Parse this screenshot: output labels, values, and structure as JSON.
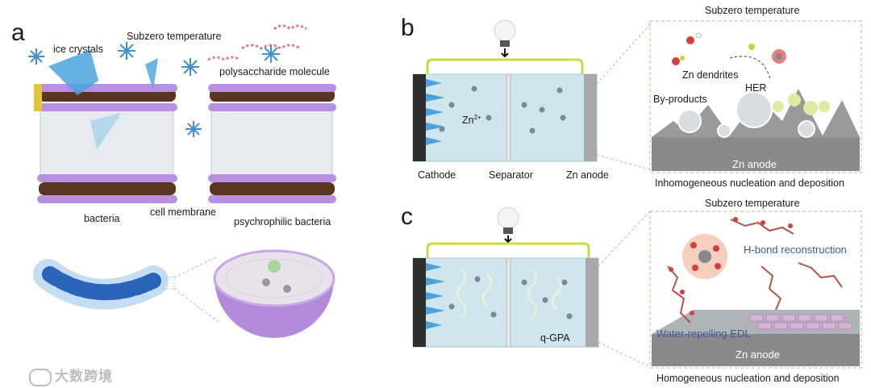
{
  "panels": {
    "a": {
      "letter": "a",
      "labels": {
        "ice_crystals": "ice crystals",
        "subzero": "Subzero temperature",
        "polysaccharide": "polysaccharide molecule",
        "bacteria": "bacteria",
        "cell_membrane": "cell membrane",
        "psychrophilic": "psychrophilic bacteria"
      }
    },
    "b": {
      "letter": "b",
      "labels": {
        "cathode": "Cathode",
        "separator": "Separator",
        "zn_anode": "Zn anode",
        "zn_ion": "Zn",
        "zn_ion_charge": "2+",
        "subzero": "Subzero temperature",
        "zn_dendrites": "Zn dendrites",
        "her": "HER",
        "byproducts": "By-products",
        "zoom_anode": "Zn anode",
        "caption": "Inhomogeneous nucleation and deposition"
      }
    },
    "c": {
      "letter": "c",
      "labels": {
        "qgpa": "q-GPA",
        "subzero": "Subzero temperature",
        "hbond": "H-bond reconstruction",
        "edl": "Water-repelling EDL",
        "zoom_anode": "Zn anode",
        "caption": "Homogeneous nucleation and deposition"
      }
    }
  },
  "watermark": {
    "text": "大数跨境"
  },
  "colors": {
    "membrane_purple": "#b890e0",
    "membrane_brown": "#5a3520",
    "ice_blue": "#4aa3dc",
    "wire_green": "#c8dc3c",
    "electrolyte": "#bfe3ea",
    "anode_grey": "#8a8a8a",
    "dashed_box": "#9fd08a"
  }
}
